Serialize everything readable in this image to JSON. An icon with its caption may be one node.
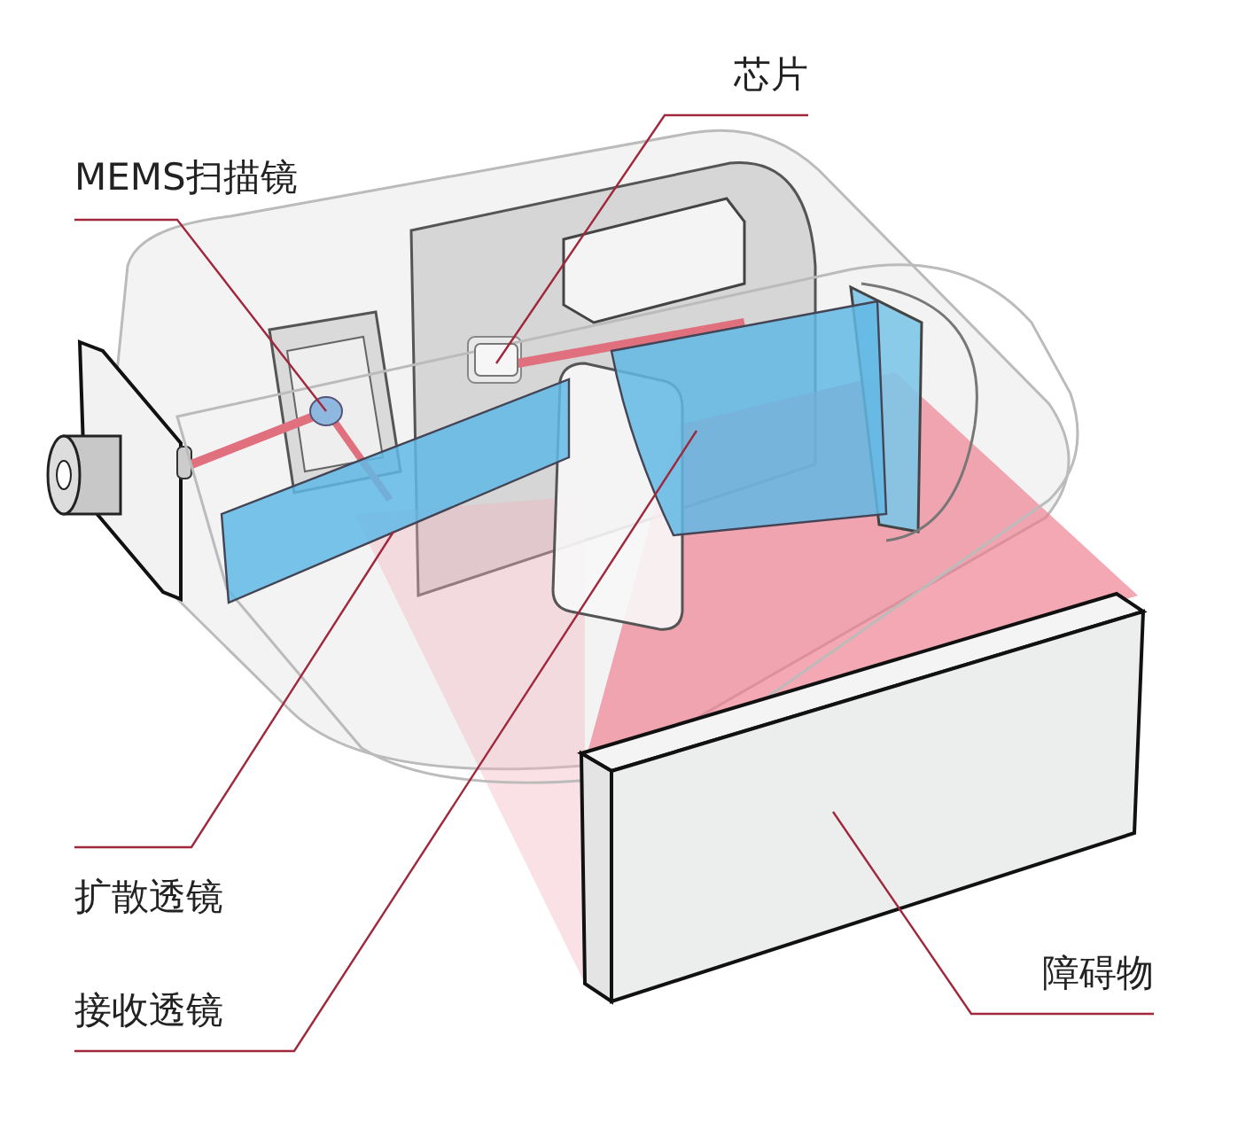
{
  "diagram": {
    "nodes": [
      {
        "text": [
          "芯片"
        ]
      },
      {
        "text": [
          "MEMS扫描镜"
        ]
      },
      {
        "text": [
          "扩散透镜"
        ]
      },
      {
        "text": [
          "接收透镜"
        ]
      },
      {
        "text": [
          "障碍物"
        ]
      },
      {
        "text": [],
        "shape": "box"
      },
      {
        "text": [],
        "shape": "circle"
      },
      {
        "text": [],
        "shape": "bar"
      },
      {
        "text": [],
        "shape": "lens"
      },
      {
        "text": [],
        "shape": "box"
      }
    ],
    "edges": [
      {
        "from": 0,
        "to": 5,
        "arrow": "none"
      },
      {
        "from": 1,
        "to": 6,
        "arrow": "none"
      },
      {
        "from": 2,
        "to": 7,
        "arrow": "none"
      },
      {
        "from": 3,
        "to": 8,
        "arrow": "none"
      },
      {
        "from": 4,
        "to": 9,
        "arrow": "none"
      }
    ]
  }
}
